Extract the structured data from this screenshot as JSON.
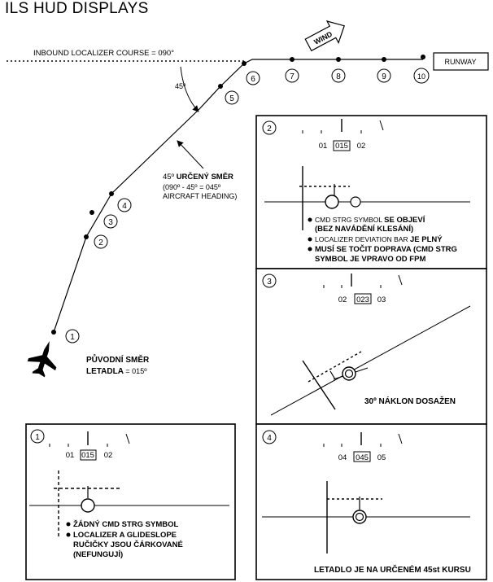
{
  "title": "ILS HUD DISPLAYS",
  "main": {
    "localizer_course": "INBOUND LOCALIZER COURSE = 090°",
    "runway": "RUNWAY",
    "wind": "WIND",
    "angle": "45º",
    "heading_label": {
      "line1_num": "45º",
      "line1_text": "URČENÝ SMĚR",
      "line2": "(090º - 45º = 045º",
      "line3": "AIRCRAFT HEADING)"
    },
    "original_heading": {
      "line1": "PŮVODNÍ SMĚR",
      "line2_bold": "LETADLA",
      "line2_rest": " = 015º"
    },
    "waypoints": [
      "1",
      "2",
      "3",
      "4",
      "5",
      "6",
      "7",
      "8",
      "9",
      "10"
    ]
  },
  "panels": [
    {
      "number": "1",
      "heading_scale": [
        "01",
        "015",
        "02"
      ],
      "notes": [
        "ŽÁDNÝ CMD STRG SYMBOL",
        "LOCALIZER A GLIDESLOPE",
        "RUČIČKY JSOU ČÁRKOVANÉ",
        "(NEFUNGUJÍ)"
      ]
    },
    {
      "number": "2",
      "heading_scale": [
        "01",
        "015",
        "02"
      ],
      "notes": [
        {
          "normal": "CMD STRG SYMBOL ",
          "bold": "SE OBJEVÍ"
        },
        {
          "normal": "",
          "bold": "(BEZ NAVÁDĚNÍ KLESÁNÍ)"
        },
        {
          "normal": "LOCALIZER DEVIATION BAR ",
          "bold": "JE PLNÝ"
        },
        {
          "normal": "",
          "bold": "MUSÍ SE TOČIT DOPRAVA (CMD STRG"
        },
        {
          "normal": "",
          "bold": "SYMBOL JE VPRAVO OD FPM"
        }
      ]
    },
    {
      "number": "3",
      "heading_scale": [
        "02",
        "023",
        "03"
      ],
      "notes": [
        "30º NÁKLON DOSAŽEN"
      ]
    },
    {
      "number": "4",
      "heading_scale": [
        "04",
        "045",
        "05"
      ],
      "notes": [
        "LETADLO JE NA URČENÉM 45st KURSU"
      ]
    }
  ]
}
